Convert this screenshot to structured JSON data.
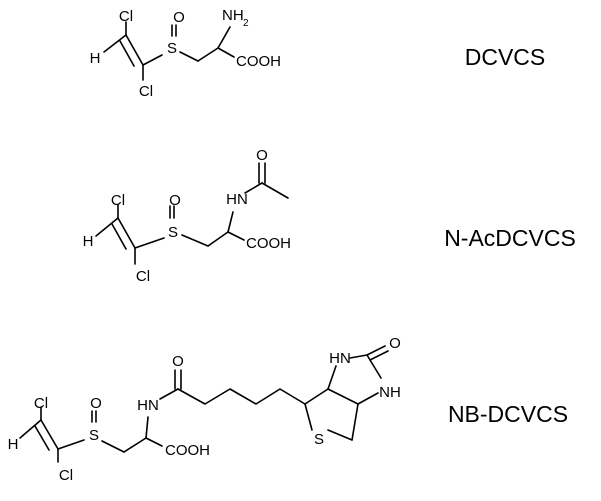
{
  "compounds": [
    {
      "name": "DCVCS",
      "atoms": {
        "cl_top": "Cl",
        "h": "H",
        "cl_bottom": "Cl",
        "s": "S",
        "o": "O",
        "nh": "NH",
        "nh_sub": "2",
        "cooh": "COOH"
      }
    },
    {
      "name": "N-AcDCVCS",
      "atoms": {
        "cl_top": "Cl",
        "h": "H",
        "cl_bottom": "Cl",
        "s": "S",
        "o": "O",
        "hn": "HN",
        "o_acetyl": "O",
        "cooh": "COOH"
      }
    },
    {
      "name": "NB-DCVCS",
      "atoms": {
        "cl_top": "Cl",
        "h": "H",
        "cl_bottom": "Cl",
        "s": "S",
        "o": "O",
        "hn": "HN",
        "o_amide": "O",
        "cooh": "COOH",
        "hn_ring": "HN",
        "o_ring": "O",
        "nh_ring": "NH",
        "s_ring": "S"
      }
    }
  ]
}
